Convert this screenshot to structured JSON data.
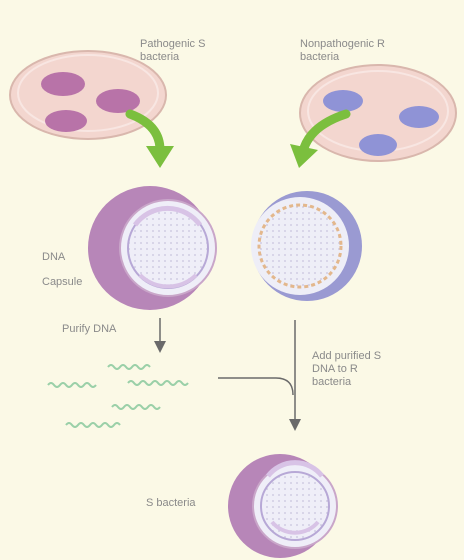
{
  "labels": {
    "pathogenic": "Pathogenic S bacteria",
    "nonpathogenic": "Nonpathogenic R bacteria",
    "dna": "DNA",
    "capsule": "Capsule",
    "purify": "Purify DNA",
    "add": "Add purified S DNA to R bacteria",
    "result": "S bacteria"
  },
  "colors": {
    "background": "#fbf9e6",
    "dish": "#f3d6cf",
    "s_colony": "#b873a8",
    "r_colony": "#8f93d6",
    "arrow": "#7bbf3e",
    "capsule": "#b786b8",
    "cell_inner": "#e7e6f2",
    "r_cell": "#9a9ad2",
    "dna_strand": "#9ad0a8"
  },
  "icons": [
    "petri-dish",
    "bacterium",
    "dna-strand",
    "green-arrow"
  ]
}
